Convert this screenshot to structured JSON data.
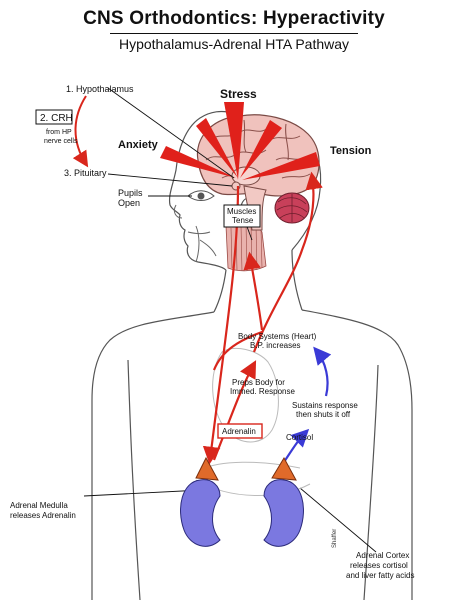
{
  "header": {
    "title": "CNS Orthodontics: Hyperactivity",
    "subtitle": "Hypothalamus-Adrenal HTA Pathway"
  },
  "labels": {
    "hypothalamus": "1. Hypothalamus",
    "crh": "2. CRH",
    "crh_note_1": "from HP",
    "crh_note_2": "nerve cells",
    "pituitary": "3. Pituitary",
    "pupils_1": "Pupils",
    "pupils_2": "Open",
    "stress": "Stress",
    "anxiety": "Anxiety",
    "tension": "Tension",
    "muscles_1": "Muscles",
    "muscles_2": "Tense",
    "body_systems_1": "Body Systems (Heart)",
    "body_systems_2": "B.P. increases",
    "preps_1": "Preps Body for",
    "preps_2": "Immed. Response",
    "sustains_1": "Sustains response",
    "sustains_2": "then shuts it off",
    "adrenalin": "Adrenalin",
    "cortisol": "Cortisol",
    "medulla_1": "Adrenal Medulla",
    "medulla_2": "releases Adrenalin",
    "cortex_1": "Adrenal Cortex",
    "cortex_2": "releases cortisol",
    "cortex_3": "and liver fatty acids",
    "signature": "Shaffer"
  },
  "colors": {
    "red_path": "#d9261c",
    "blue_path": "#3a3ad6",
    "adrenal_gland": "#e06a2a",
    "kidney": "#7b78e0",
    "brain": "#f0c2bd",
    "cerebellum": "#c8405a"
  }
}
